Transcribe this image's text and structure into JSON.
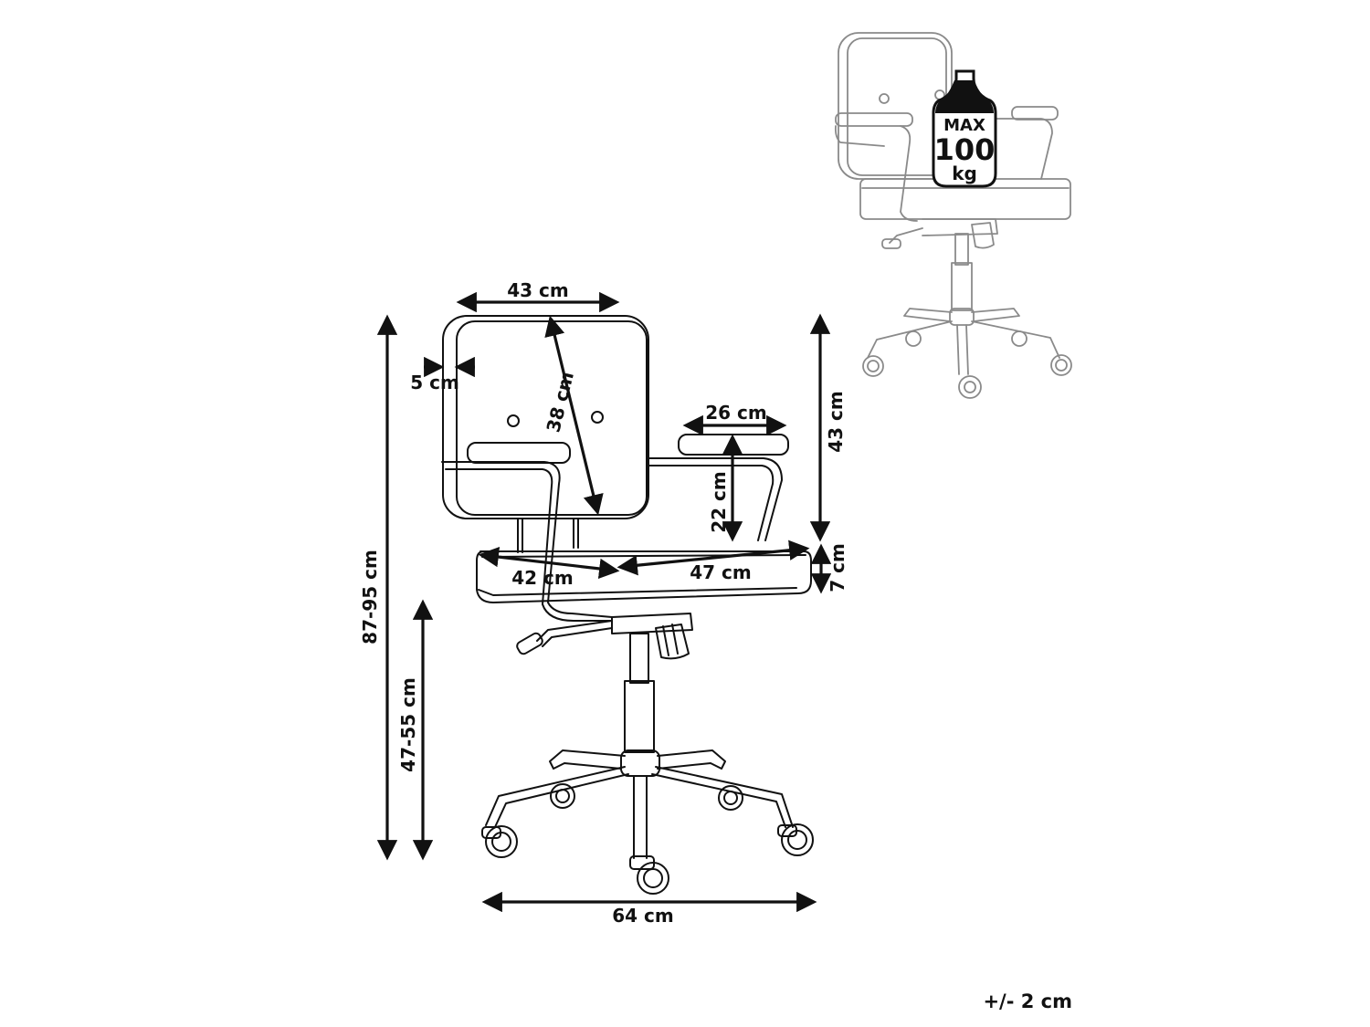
{
  "dimensions": {
    "backrest_width": "43 cm",
    "backrest_height": "38 cm",
    "backrest_thickness": "5 cm",
    "armrest_length": "26 cm",
    "armrest_height": "22 cm",
    "backrest_top_height": "43 cm",
    "seat_thickness": "7 cm",
    "total_height": "87-95 cm",
    "seat_height": "47-55 cm",
    "seat_width": "42 cm",
    "seat_depth": "47 cm",
    "base_width": "64 cm"
  },
  "max_load": {
    "line1": "MAX",
    "line2": "100",
    "line3": "kg"
  },
  "tolerance": "+/- 2 cm",
  "colors": {
    "line": "#111111",
    "thumbnail_line": "#8a8a8a",
    "background": "#ffffff"
  }
}
